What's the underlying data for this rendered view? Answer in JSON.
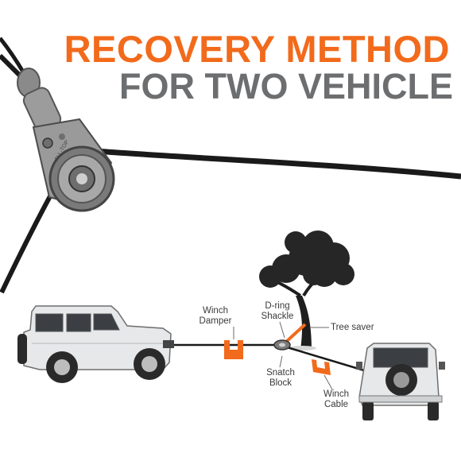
{
  "title": {
    "line1": "RECOVERY METHOD",
    "line2": "FOR TWO VEHICLE"
  },
  "colors": {
    "accent": "#f26a1b",
    "subtitle": "#6d6e70",
    "rope": "#1a1a1a",
    "label_text": "#3a3a3a"
  },
  "labels": {
    "winch_damper": [
      "Winch",
      "Damper"
    ],
    "d_ring_shackle": [
      "D-ring",
      "Shackle"
    ],
    "tree_saver": "Tree saver",
    "snatch_block": [
      "Snatch",
      "Block"
    ],
    "winch_cable": [
      "Winch",
      "Cable"
    ]
  },
  "block_brand": "ALL-TOP"
}
